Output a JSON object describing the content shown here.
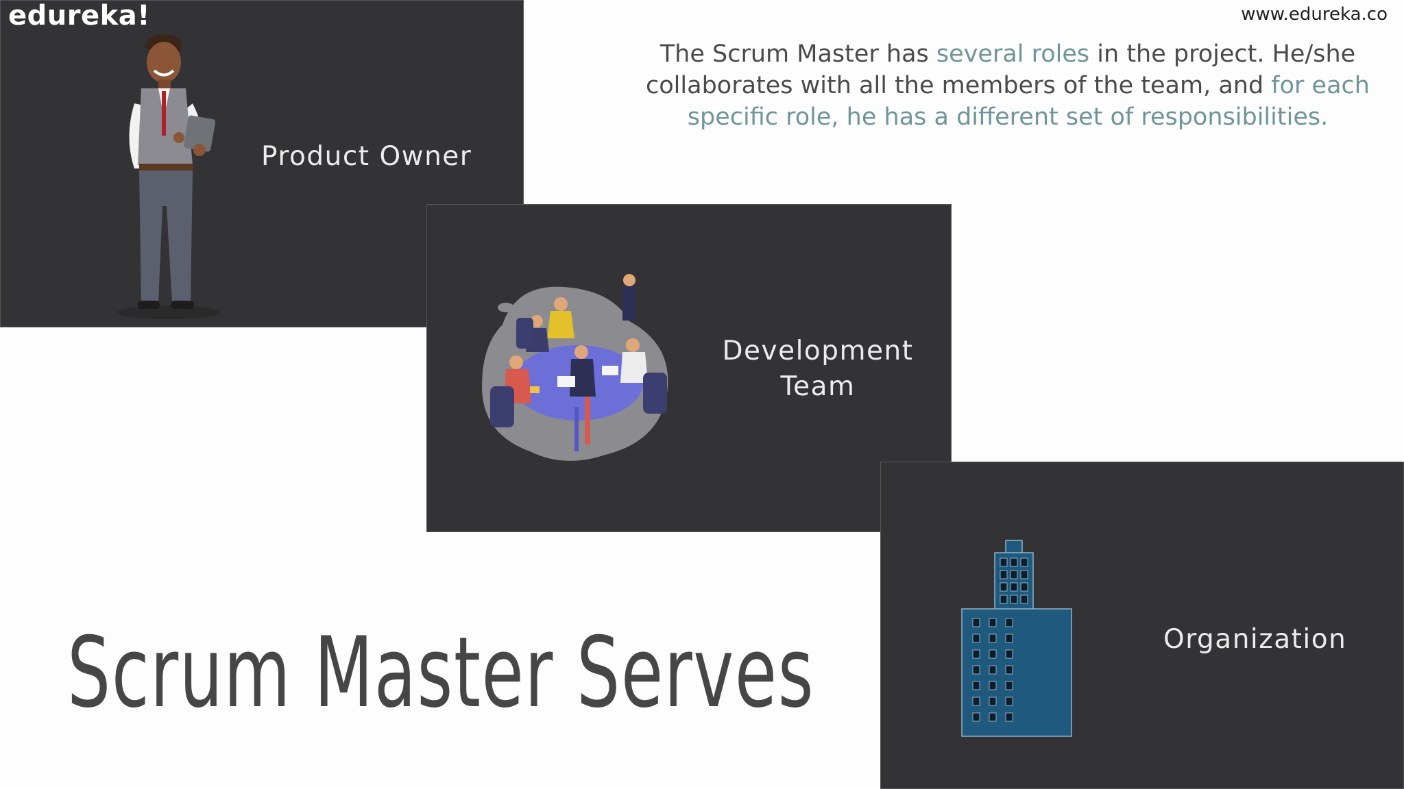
{
  "header": {
    "logo_text": "edureka!",
    "site_url": "www.edureka.co"
  },
  "description": {
    "part1": "The Scrum Master has ",
    "highlight1": "several roles",
    "part2": " in the project. He/she collaborates with all the members of the team, and ",
    "highlight2": "for each specific role, he has a different set of responsibilities."
  },
  "cards": {
    "product_owner": {
      "label": "Product Owner",
      "icon": "businessman-illustration"
    },
    "development_team": {
      "label_line1": "Development",
      "label_line2": "Team",
      "icon": "team-meeting-illustration"
    },
    "organization": {
      "label": "Organization",
      "icon": "office-building-icon"
    }
  },
  "title": "Scrum Master Serves",
  "colors": {
    "card_background": "#333335",
    "highlight": "#6f9598",
    "title": "#464646",
    "building": "#1f5a7e"
  }
}
